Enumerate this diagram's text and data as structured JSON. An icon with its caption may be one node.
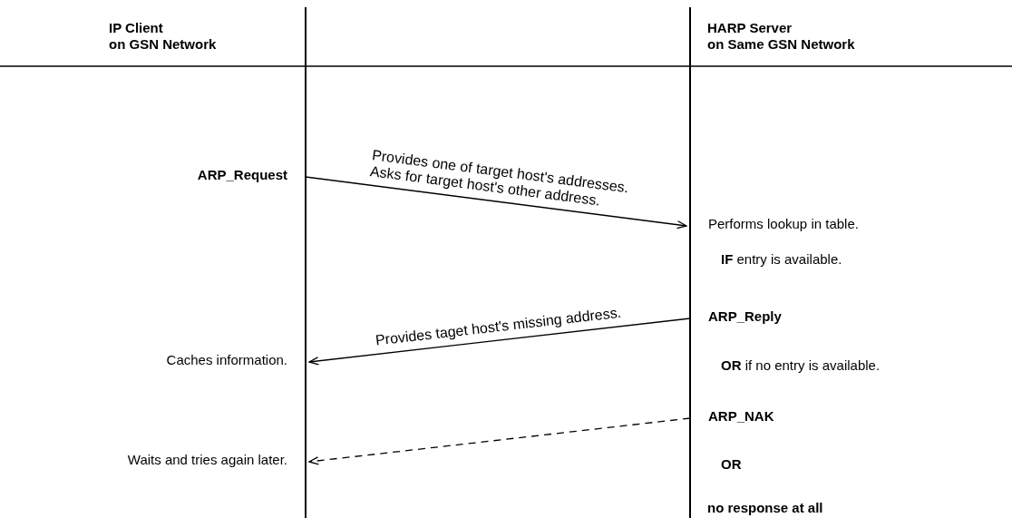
{
  "diagram": {
    "nodes": [
      {
        "text": [
          "ARP_Request"
        ]
      },
      {
        "text": [
          "Performs lookup in table."
        ]
      },
      {
        "text": [
          "ARP_Reply"
        ]
      },
      {
        "text": [
          "Caches information."
        ]
      },
      {
        "text": [
          "ARP_NAK"
        ]
      },
      {
        "text": [
          "Waits and tries again later."
        ]
      }
    ],
    "edges": [
      {
        "from": 0,
        "to": 1,
        "arrow": "to",
        "label": "Provides one of target host's addresses. Asks for target host's other address."
      },
      {
        "from": 2,
        "to": 3,
        "arrow": "to",
        "label": "Provides taget host's missing address."
      },
      {
        "from": 4,
        "to": 5,
        "arrow": "to",
        "style": "dashed"
      }
    ],
    "labels": [
      "IP Client on GSN Network",
      "HARP Server on Same GSN Network",
      "**IF** entry is available.",
      "**OR** if no entry is available.",
      "OR",
      "no response at all"
    ]
  }
}
